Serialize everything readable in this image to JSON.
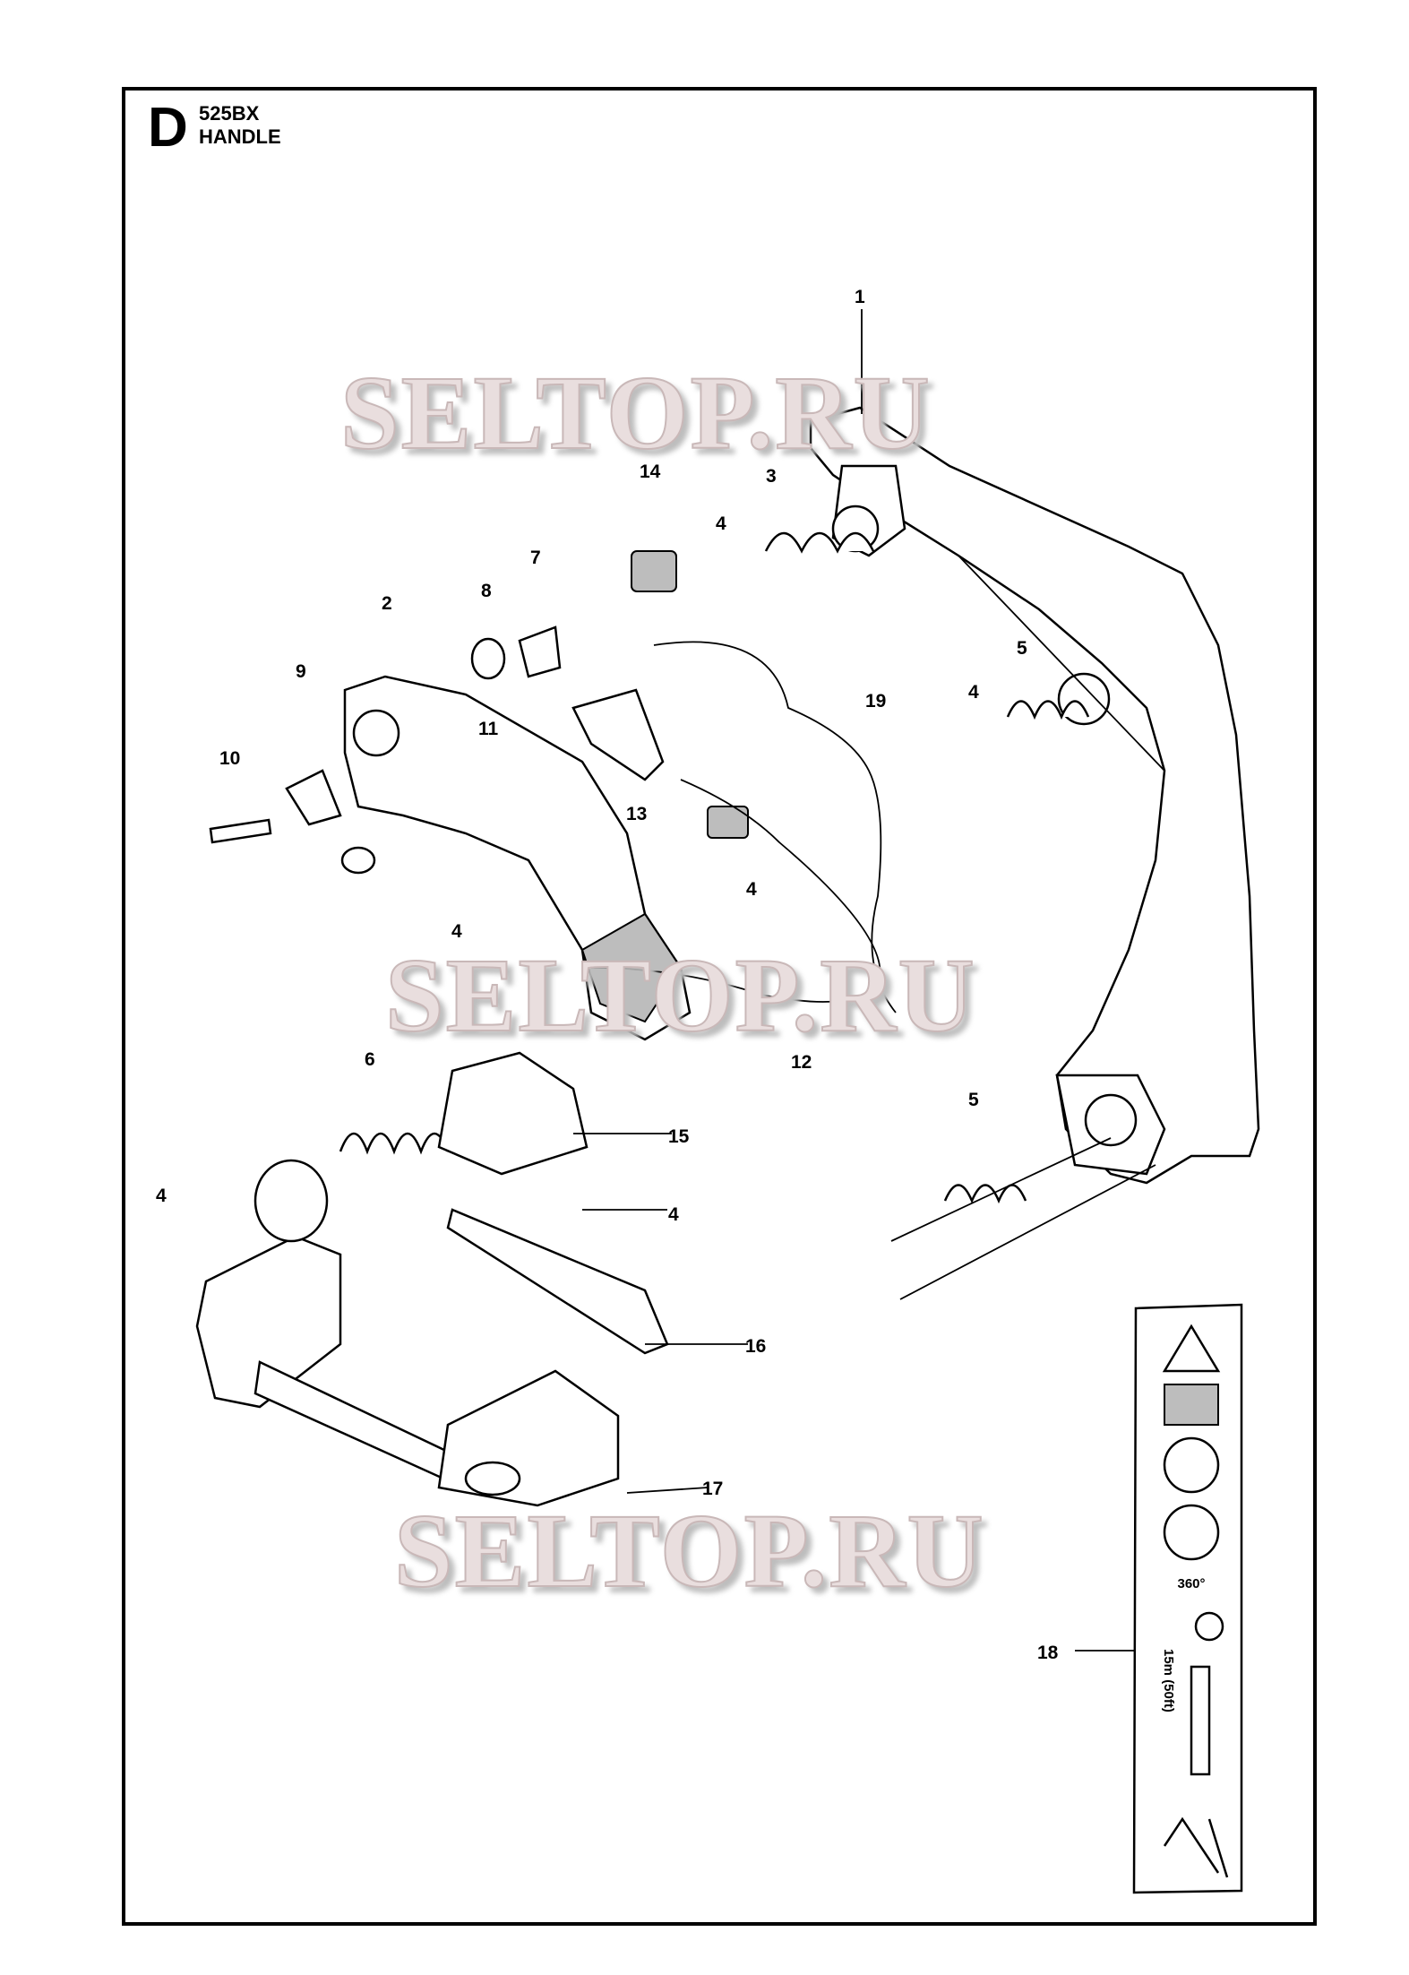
{
  "header": {
    "letter": "D",
    "model": "525BX",
    "section": "HANDLE"
  },
  "watermark": "SELTOP.RU",
  "callouts": [
    "1",
    "14",
    "3",
    "4",
    "7",
    "8",
    "2",
    "9",
    "19",
    "5",
    "4",
    "10",
    "11",
    "13",
    "4",
    "4",
    "12",
    "6",
    "15",
    "5",
    "4",
    "4",
    "16",
    "17",
    "18"
  ],
  "decal": {
    "angle": "360°",
    "distance": "15m (50ft)"
  }
}
